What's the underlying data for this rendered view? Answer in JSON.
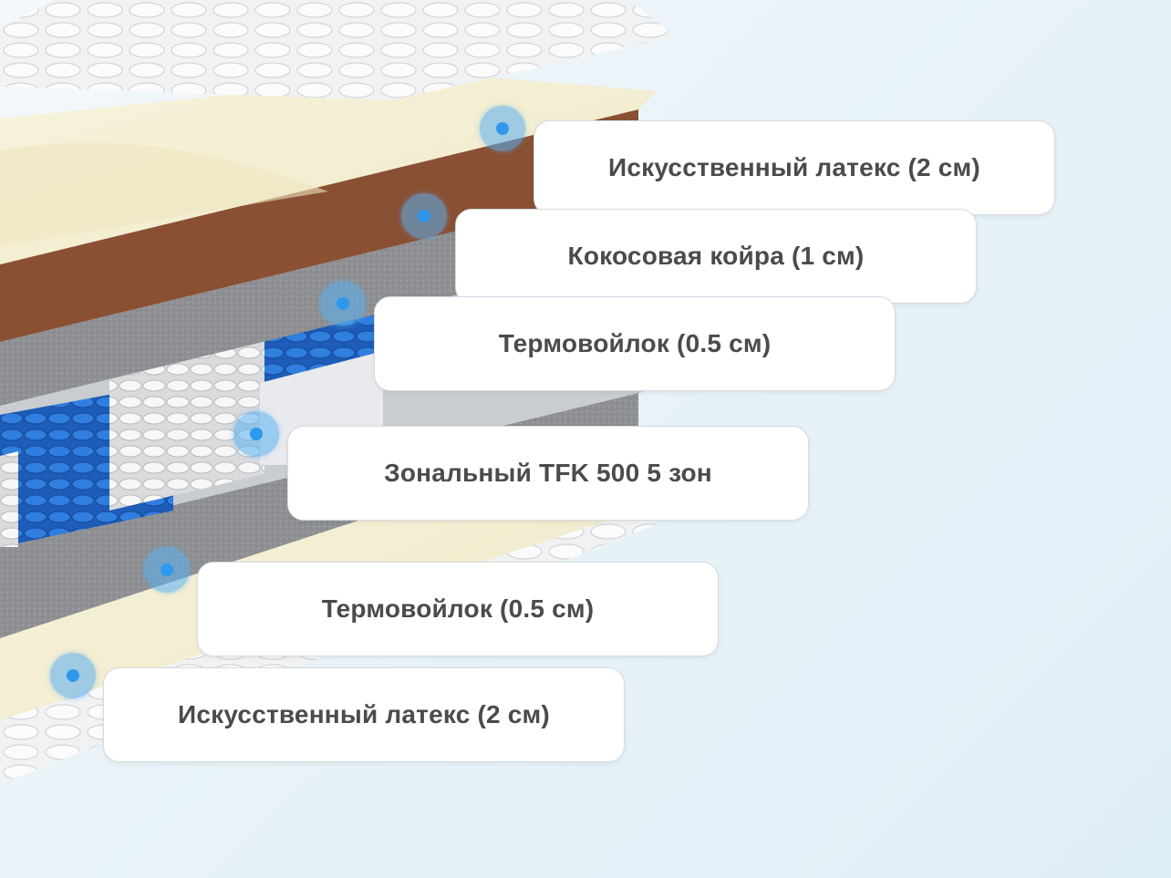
{
  "layers": [
    {
      "label": "Искусственный латекс (2 см)"
    },
    {
      "label": "Кокосовая койра (1 см)"
    },
    {
      "label": "Термовойлок (0.5 см)"
    },
    {
      "label": "Зональный TFK 500 5 зон"
    },
    {
      "label": "Термовойлок (0.5 см)"
    },
    {
      "label": "Искусственный латекс (2 см)"
    }
  ],
  "colors": {
    "latex": "#f6f1d8",
    "coir": "#8a5034",
    "felt": "#8f9194",
    "spring_blue": "#2a6fd0",
    "spring_white": "#f4f4f4",
    "hotspot": "#2f98ea"
  }
}
